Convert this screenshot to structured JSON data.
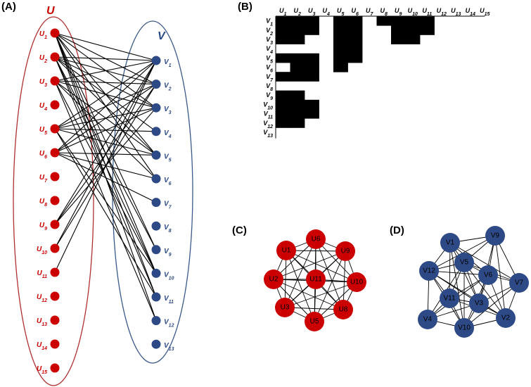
{
  "colors": {
    "u": "#cc0000",
    "v": "#2e4a86",
    "u_ellipse": "#b03030",
    "v_ellipse": "#3a5a8a",
    "edge": "#000000",
    "cell": "#000000"
  },
  "panels": {
    "a": {
      "label": "(A)",
      "u_set_label": "U",
      "v_set_label": "V",
      "u_nodes": [
        {
          "sub": "1"
        },
        {
          "sub": "2"
        },
        {
          "sub": "3"
        },
        {
          "sub": "4"
        },
        {
          "sub": "5"
        },
        {
          "sub": "6"
        },
        {
          "sub": "7"
        },
        {
          "sub": "8"
        },
        {
          "sub": "9"
        },
        {
          "sub": "10"
        },
        {
          "sub": "11"
        },
        {
          "sub": "12"
        },
        {
          "sub": "13"
        },
        {
          "sub": "14"
        },
        {
          "sub": "15"
        }
      ],
      "v_nodes": [
        {
          "sub": "1"
        },
        {
          "sub": "2"
        },
        {
          "sub": "3"
        },
        {
          "sub": "4"
        },
        {
          "sub": "5"
        },
        {
          "sub": "6"
        },
        {
          "sub": "7"
        },
        {
          "sub": "8"
        },
        {
          "sub": "9"
        },
        {
          "sub": "10"
        },
        {
          "sub": "11"
        },
        {
          "sub": "12"
        },
        {
          "sub": "13"
        }
      ],
      "edges": [
        [
          1,
          1
        ],
        [
          1,
          2
        ],
        [
          1,
          3
        ],
        [
          1,
          5
        ],
        [
          1,
          6
        ],
        [
          1,
          9
        ],
        [
          1,
          10
        ],
        [
          1,
          11
        ],
        [
          1,
          12
        ],
        [
          2,
          1
        ],
        [
          2,
          2
        ],
        [
          2,
          3
        ],
        [
          2,
          4
        ],
        [
          2,
          5
        ],
        [
          2,
          9
        ],
        [
          2,
          10
        ],
        [
          2,
          11
        ],
        [
          3,
          1
        ],
        [
          3,
          2
        ],
        [
          3,
          3
        ],
        [
          3,
          5
        ],
        [
          3,
          6
        ],
        [
          3,
          10
        ],
        [
          3,
          12
        ],
        [
          5,
          1
        ],
        [
          5,
          2
        ],
        [
          5,
          3
        ],
        [
          5,
          4
        ],
        [
          5,
          5
        ],
        [
          5,
          10
        ],
        [
          5,
          11
        ],
        [
          6,
          1
        ],
        [
          6,
          2
        ],
        [
          6,
          3
        ],
        [
          6,
          5
        ],
        [
          6,
          6
        ],
        [
          6,
          7
        ],
        [
          9,
          1
        ],
        [
          9,
          2
        ],
        [
          9,
          3
        ],
        [
          10,
          1
        ],
        [
          10,
          2
        ],
        [
          11,
          1
        ]
      ]
    },
    "b": {
      "label": "(B)",
      "u_letter": "U",
      "v_letter": "V",
      "columns": [
        "1",
        "2",
        "3",
        "4",
        "5",
        "6",
        "7",
        "8",
        "9",
        "10",
        "11",
        "12",
        "13",
        "14",
        "15"
      ],
      "rows": [
        "1",
        "2",
        "3",
        "4",
        "5",
        "6",
        "7",
        "8",
        "9",
        "10",
        "11",
        "12",
        "13"
      ],
      "filled_cells": [
        [
          1,
          1
        ],
        [
          1,
          2
        ],
        [
          1,
          3
        ],
        [
          1,
          5
        ],
        [
          1,
          6
        ],
        [
          1,
          8
        ],
        [
          1,
          9
        ],
        [
          1,
          10
        ],
        [
          1,
          11
        ],
        [
          2,
          1
        ],
        [
          2,
          2
        ],
        [
          2,
          3
        ],
        [
          2,
          5
        ],
        [
          2,
          6
        ],
        [
          2,
          9
        ],
        [
          2,
          10
        ],
        [
          2,
          11
        ],
        [
          3,
          1
        ],
        [
          3,
          2
        ],
        [
          3,
          5
        ],
        [
          3,
          6
        ],
        [
          3,
          9
        ],
        [
          3,
          10
        ],
        [
          4,
          5
        ],
        [
          4,
          6
        ],
        [
          5,
          1
        ],
        [
          5,
          2
        ],
        [
          5,
          3
        ],
        [
          5,
          5
        ],
        [
          5,
          6
        ],
        [
          6,
          2
        ],
        [
          6,
          3
        ],
        [
          6,
          5
        ],
        [
          7,
          1
        ],
        [
          7,
          2
        ],
        [
          7,
          3
        ],
        [
          9,
          1
        ],
        [
          9,
          2
        ],
        [
          10,
          1
        ],
        [
          10,
          2
        ],
        [
          10,
          3
        ],
        [
          11,
          1
        ],
        [
          11,
          2
        ],
        [
          11,
          3
        ],
        [
          12,
          1
        ],
        [
          12,
          2
        ]
      ]
    },
    "c": {
      "label": "(C)",
      "nodes": [
        {
          "id": "U6"
        },
        {
          "id": "U1"
        },
        {
          "id": "U9"
        },
        {
          "id": "U2"
        },
        {
          "id": "U11"
        },
        {
          "id": "U10"
        },
        {
          "id": "U3"
        },
        {
          "id": "U8"
        },
        {
          "id": "U5"
        }
      ],
      "edges": "complete"
    },
    "d": {
      "label": "(D)",
      "nodes": [
        {
          "id": "V1"
        },
        {
          "id": "V9"
        },
        {
          "id": "V5"
        },
        {
          "id": "V12"
        },
        {
          "id": "V6"
        },
        {
          "id": "V7"
        },
        {
          "id": "V11"
        },
        {
          "id": "V3"
        },
        {
          "id": "V4"
        },
        {
          "id": "V2"
        },
        {
          "id": "V10"
        }
      ],
      "edges": [
        [
          "V1",
          "V9"
        ],
        [
          "V1",
          "V5"
        ],
        [
          "V1",
          "V12"
        ],
        [
          "V1",
          "V6"
        ],
        [
          "V1",
          "V11"
        ],
        [
          "V1",
          "V3"
        ],
        [
          "V1",
          "V10"
        ],
        [
          "V1",
          "V7"
        ],
        [
          "V9",
          "V5"
        ],
        [
          "V9",
          "V6"
        ],
        [
          "V9",
          "V7"
        ],
        [
          "V9",
          "V3"
        ],
        [
          "V9",
          "V12"
        ],
        [
          "V9",
          "V2"
        ],
        [
          "V5",
          "V12"
        ],
        [
          "V5",
          "V6"
        ],
        [
          "V5",
          "V11"
        ],
        [
          "V5",
          "V3"
        ],
        [
          "V5",
          "V10"
        ],
        [
          "V5",
          "V2"
        ],
        [
          "V5",
          "V4"
        ],
        [
          "V5",
          "V7"
        ],
        [
          "V12",
          "V6"
        ],
        [
          "V12",
          "V11"
        ],
        [
          "V12",
          "V3"
        ],
        [
          "V12",
          "V4"
        ],
        [
          "V12",
          "V10"
        ],
        [
          "V12",
          "V2"
        ],
        [
          "V6",
          "V7"
        ],
        [
          "V6",
          "V11"
        ],
        [
          "V6",
          "V3"
        ],
        [
          "V6",
          "V2"
        ],
        [
          "V6",
          "V10"
        ],
        [
          "V6",
          "V4"
        ],
        [
          "V7",
          "V3"
        ],
        [
          "V7",
          "V2"
        ],
        [
          "V7",
          "V10"
        ],
        [
          "V11",
          "V3"
        ],
        [
          "V11",
          "V4"
        ],
        [
          "V11",
          "V10"
        ],
        [
          "V11",
          "V2"
        ],
        [
          "V3",
          "V10"
        ],
        [
          "V3",
          "V2"
        ],
        [
          "V3",
          "V4"
        ],
        [
          "V4",
          "V10"
        ],
        [
          "V10",
          "V2"
        ]
      ]
    }
  }
}
